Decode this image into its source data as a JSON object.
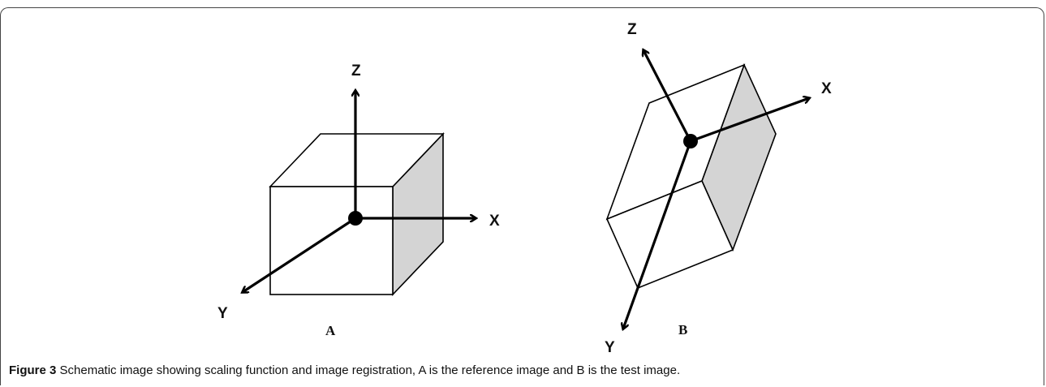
{
  "figure": {
    "panels": [
      {
        "label": "A",
        "axes": {
          "x": "X",
          "y": "Y",
          "z": "Z"
        }
      },
      {
        "label": "B",
        "axes": {
          "x": "X",
          "y": "Y",
          "z": "Z"
        }
      }
    ],
    "colors": {
      "stroke": "#000000",
      "shaded_face": "#d4d4d4",
      "frame": "#444444"
    },
    "caption": {
      "label": "Figure 3",
      "text": "Schematic image showing scaling function and image registration, A is the reference image and B is the test image."
    }
  }
}
